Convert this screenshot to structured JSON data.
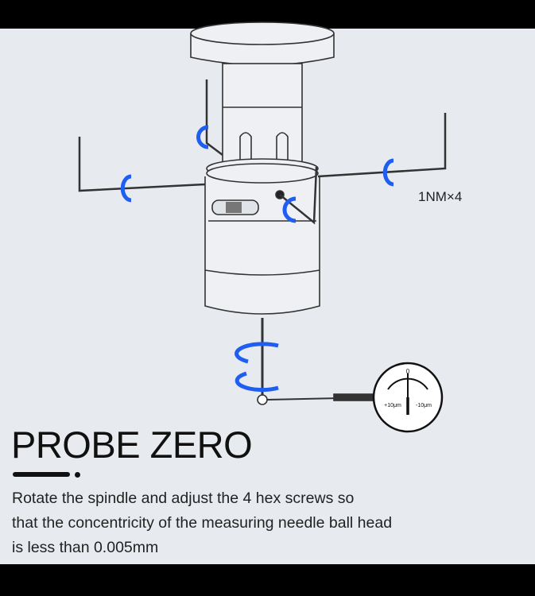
{
  "diagram": {
    "torque_label": "1NM×4",
    "gauge": {
      "zero": "0",
      "plus_label": "+10μm",
      "minus_label": "-10μm"
    },
    "arrow_color": "#1f5ef0"
  },
  "title": "PROBE ZERO",
  "description": [
    "Rotate the spindle and adjust the 4 hex screws so",
    "that the concentricity of the measuring needle ball head",
    "is less than 0.005mm"
  ]
}
